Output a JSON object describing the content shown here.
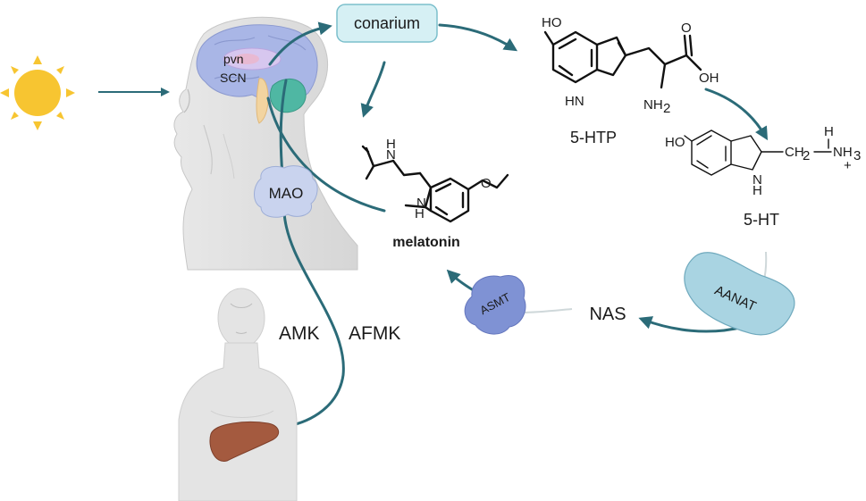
{
  "labels": {
    "conarium": "conarium",
    "pvn": "pvn",
    "scn": "SCN",
    "mao": "MAO",
    "melatonin": "melatonin",
    "htp": "5-HTP",
    "ht": "5-HT",
    "nas": "NAS",
    "asmt": "ASMT",
    "aanat": "AANAT",
    "amk": "AMK",
    "afmk": "AFMK"
  },
  "chem": {
    "htp_ho": "HO",
    "htp_o": "O",
    "htp_oh": "OH",
    "htp_hn": "HN",
    "htp_nh2": "NH",
    "htp_sub2": "2",
    "ht_ho": "HO",
    "ht_h": "H",
    "ht_chain": "CH",
    "ht_sub2a": "2",
    "ht_ch2": "CH",
    "ht_nh3": "NH",
    "ht_sub3": "3",
    "ht_plus": "+",
    "ht_n": "N",
    "ht_nh": "H",
    "mel_h": "H",
    "mel_n": "N",
    "mel_o": "O",
    "mel_ring_n": "N",
    "mel_ring_h": "H"
  },
  "colors": {
    "arrow": "#2b6b78",
    "conarium_fill": "#d6f0f4",
    "enzyme_blue": "#a9d4e2",
    "mao_fill": "#c9d3ee",
    "asmt_fill": "#7f92d4",
    "sun": "#f7c531",
    "liver": "#a45a3f",
    "brain": "#a9b6e6",
    "label_red": "#c0392b",
    "chem_blue": "#1f5fa8",
    "chem_red": "#d62e2e"
  }
}
